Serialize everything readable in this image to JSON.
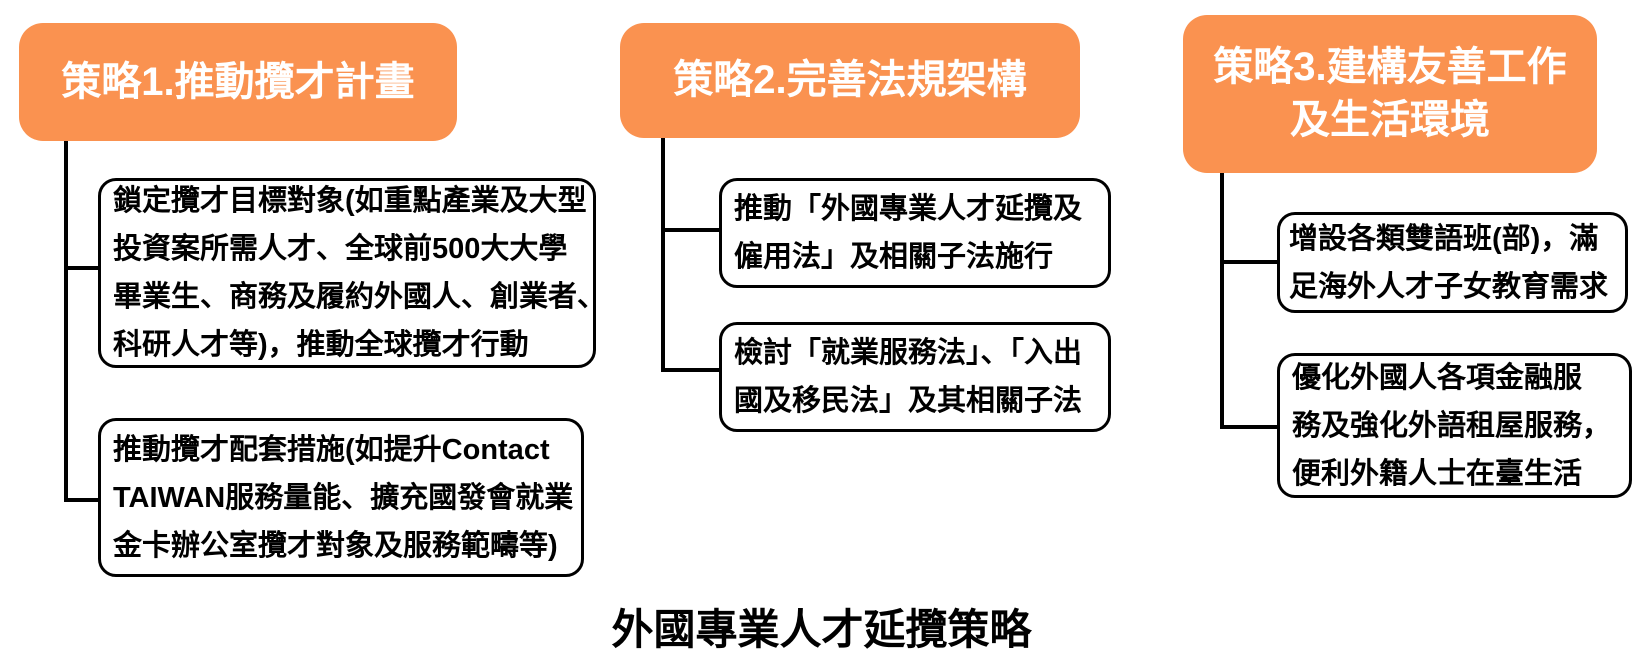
{
  "title": "外國專業人才延攬策略",
  "colors": {
    "accent": "#FA9250",
    "connector": "#000000",
    "node_border": "#000000",
    "node_text": "#000000",
    "header_text": "#FFFFFF",
    "background": "#FFFFFF"
  },
  "strategies": [
    {
      "label": "策略1.推動攬才計畫",
      "items": [
        {
          "lines": [
            "鎖定攬才目標對象(如重點產業及大型",
            "投資案所需人才、全球前500大大學",
            "畢業生、商務及履約外國人、創業者、",
            "科研人才等)，推動全球攬才行動"
          ]
        },
        {
          "lines": [
            "推動攬才配套措施(如提升Contact",
            "TAIWAN服務量能、擴充國發會就業",
            "金卡辦公室攬才對象及服務範疇等)"
          ]
        }
      ]
    },
    {
      "label": "策略2.完善法規架構",
      "items": [
        {
          "lines": [
            "推動「外國專業人才延攬及",
            "僱用法」及相關子法施行"
          ]
        },
        {
          "lines": [
            "檢討「就業服務法」、「入出",
            "國及移民法」及其相關子法"
          ]
        }
      ]
    },
    {
      "label": "策略3.建構友善工作\n及生活環境",
      "items": [
        {
          "lines": [
            "增設各類雙語班(部)，滿",
            "足海外人才子女教育需求"
          ]
        },
        {
          "lines": [
            "優化外國人各項金融服",
            "務及強化外語租屋服務，",
            "便利外籍人士在臺生活"
          ]
        }
      ]
    }
  ]
}
